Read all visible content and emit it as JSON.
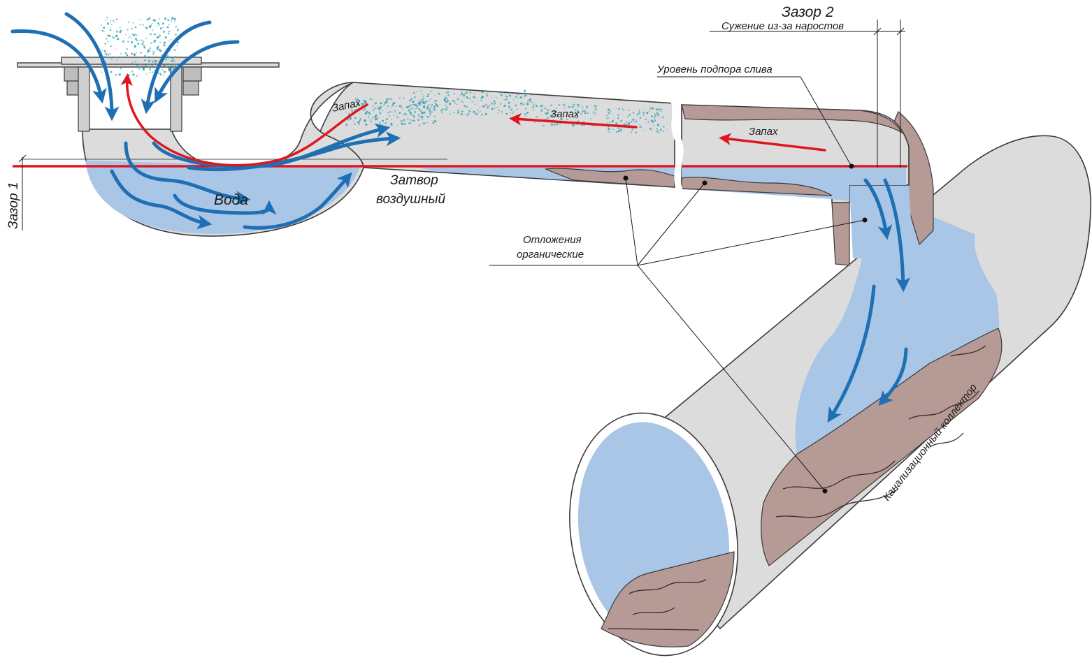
{
  "labels": {
    "gap2": "Зазор 2",
    "narrowing": "Сужение из-за наростов",
    "backwater_level": "Уровень подпора слива",
    "odor_1": "Запах",
    "odor_2": "Запах",
    "odor_3": "Запах",
    "water": "Вода",
    "seal_line1": "Затвор",
    "seal_line2": "воздушный",
    "gap1": "Зазор 1",
    "deposits_line1": "Отложения",
    "deposits_line2": "органические",
    "collector": "Канализационный коллектор"
  },
  "colors": {
    "pipe_fill": "#dcdcdc",
    "water_fill": "#a9c6e6",
    "deposit_fill": "#b59a96",
    "water_arrow": "#1f6fb4",
    "odor_arrow": "#e0161e",
    "odor_particles": "#3aa6b8"
  }
}
